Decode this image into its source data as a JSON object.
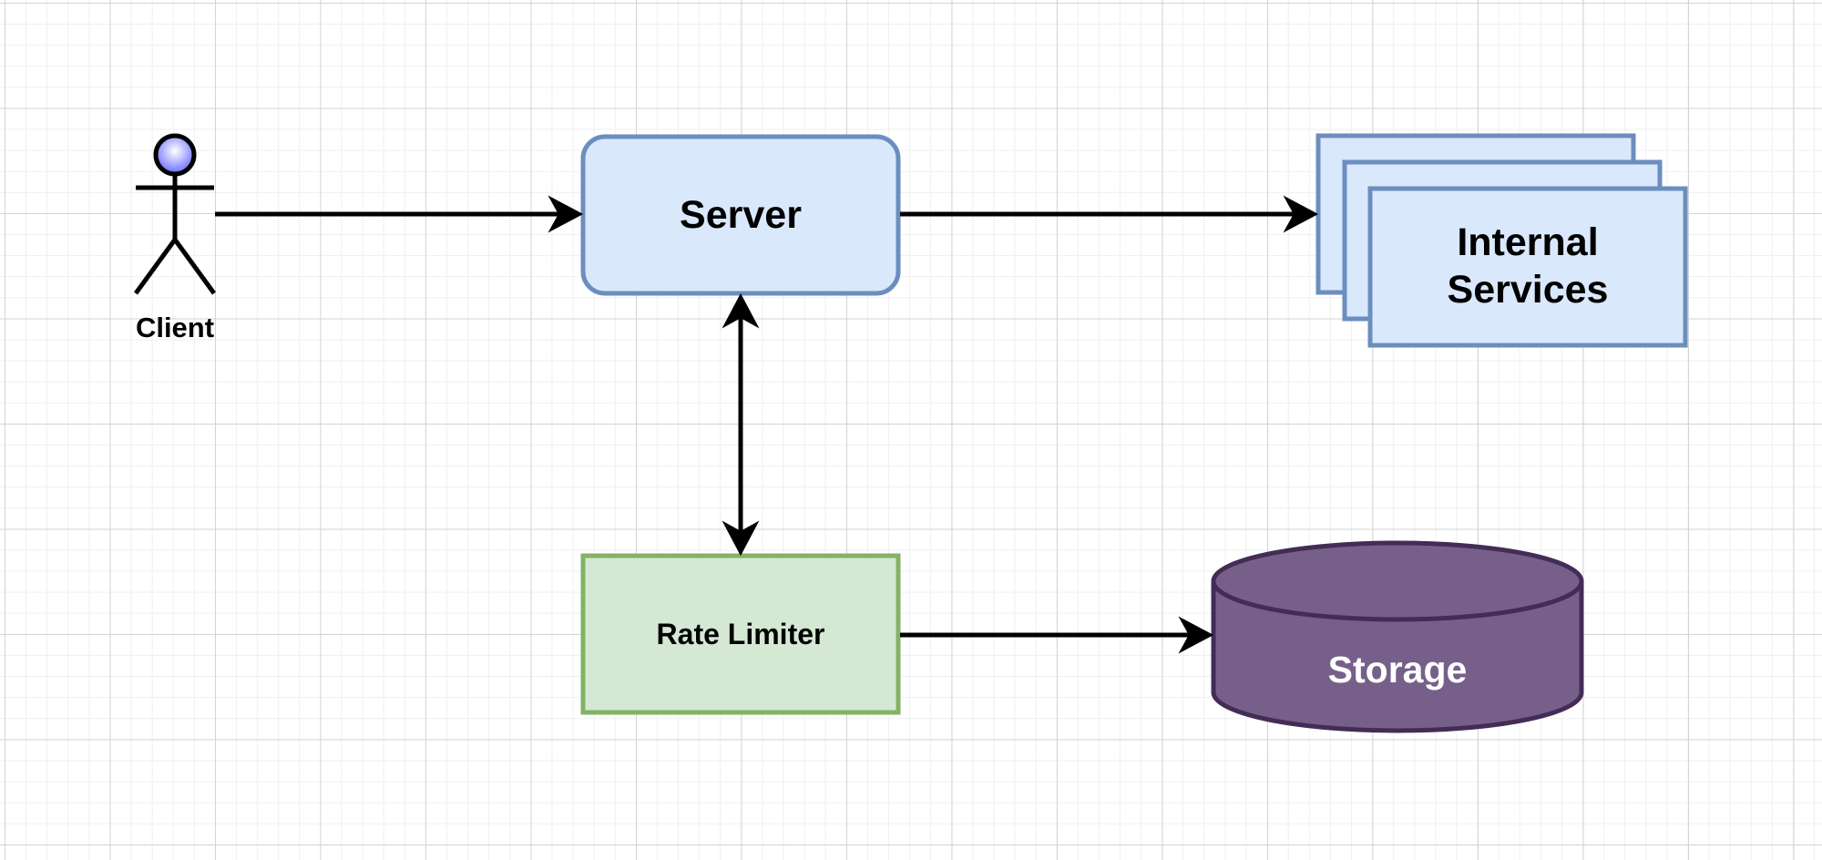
{
  "diagram": {
    "nodes": {
      "client": {
        "label": "Client",
        "shape": "actor",
        "head_fill": "#6a6aff"
      },
      "server": {
        "label": "Server",
        "shape": "rounded-rectangle",
        "fill": "#dae8fc",
        "stroke": "#6c8ebf"
      },
      "internal_services": {
        "label": "Internal\nServices",
        "shape": "stacked-documents",
        "fill": "#dae8fc",
        "stroke": "#6c8ebf"
      },
      "rate_limiter": {
        "label": "Rate Limiter",
        "shape": "rectangle",
        "fill": "#d5e8d4",
        "stroke": "#82b366"
      },
      "storage": {
        "label": "Storage",
        "shape": "cylinder",
        "fill": "#76608a",
        "stroke": "#432d57"
      }
    },
    "edges": [
      {
        "from": "Client",
        "to": "Server",
        "direction": "forward"
      },
      {
        "from": "Server",
        "to": "Internal Services",
        "direction": "forward"
      },
      {
        "from": "Server",
        "to": "Rate Limiter",
        "direction": "both"
      },
      {
        "from": "Rate Limiter",
        "to": "Storage",
        "direction": "forward"
      }
    ]
  }
}
